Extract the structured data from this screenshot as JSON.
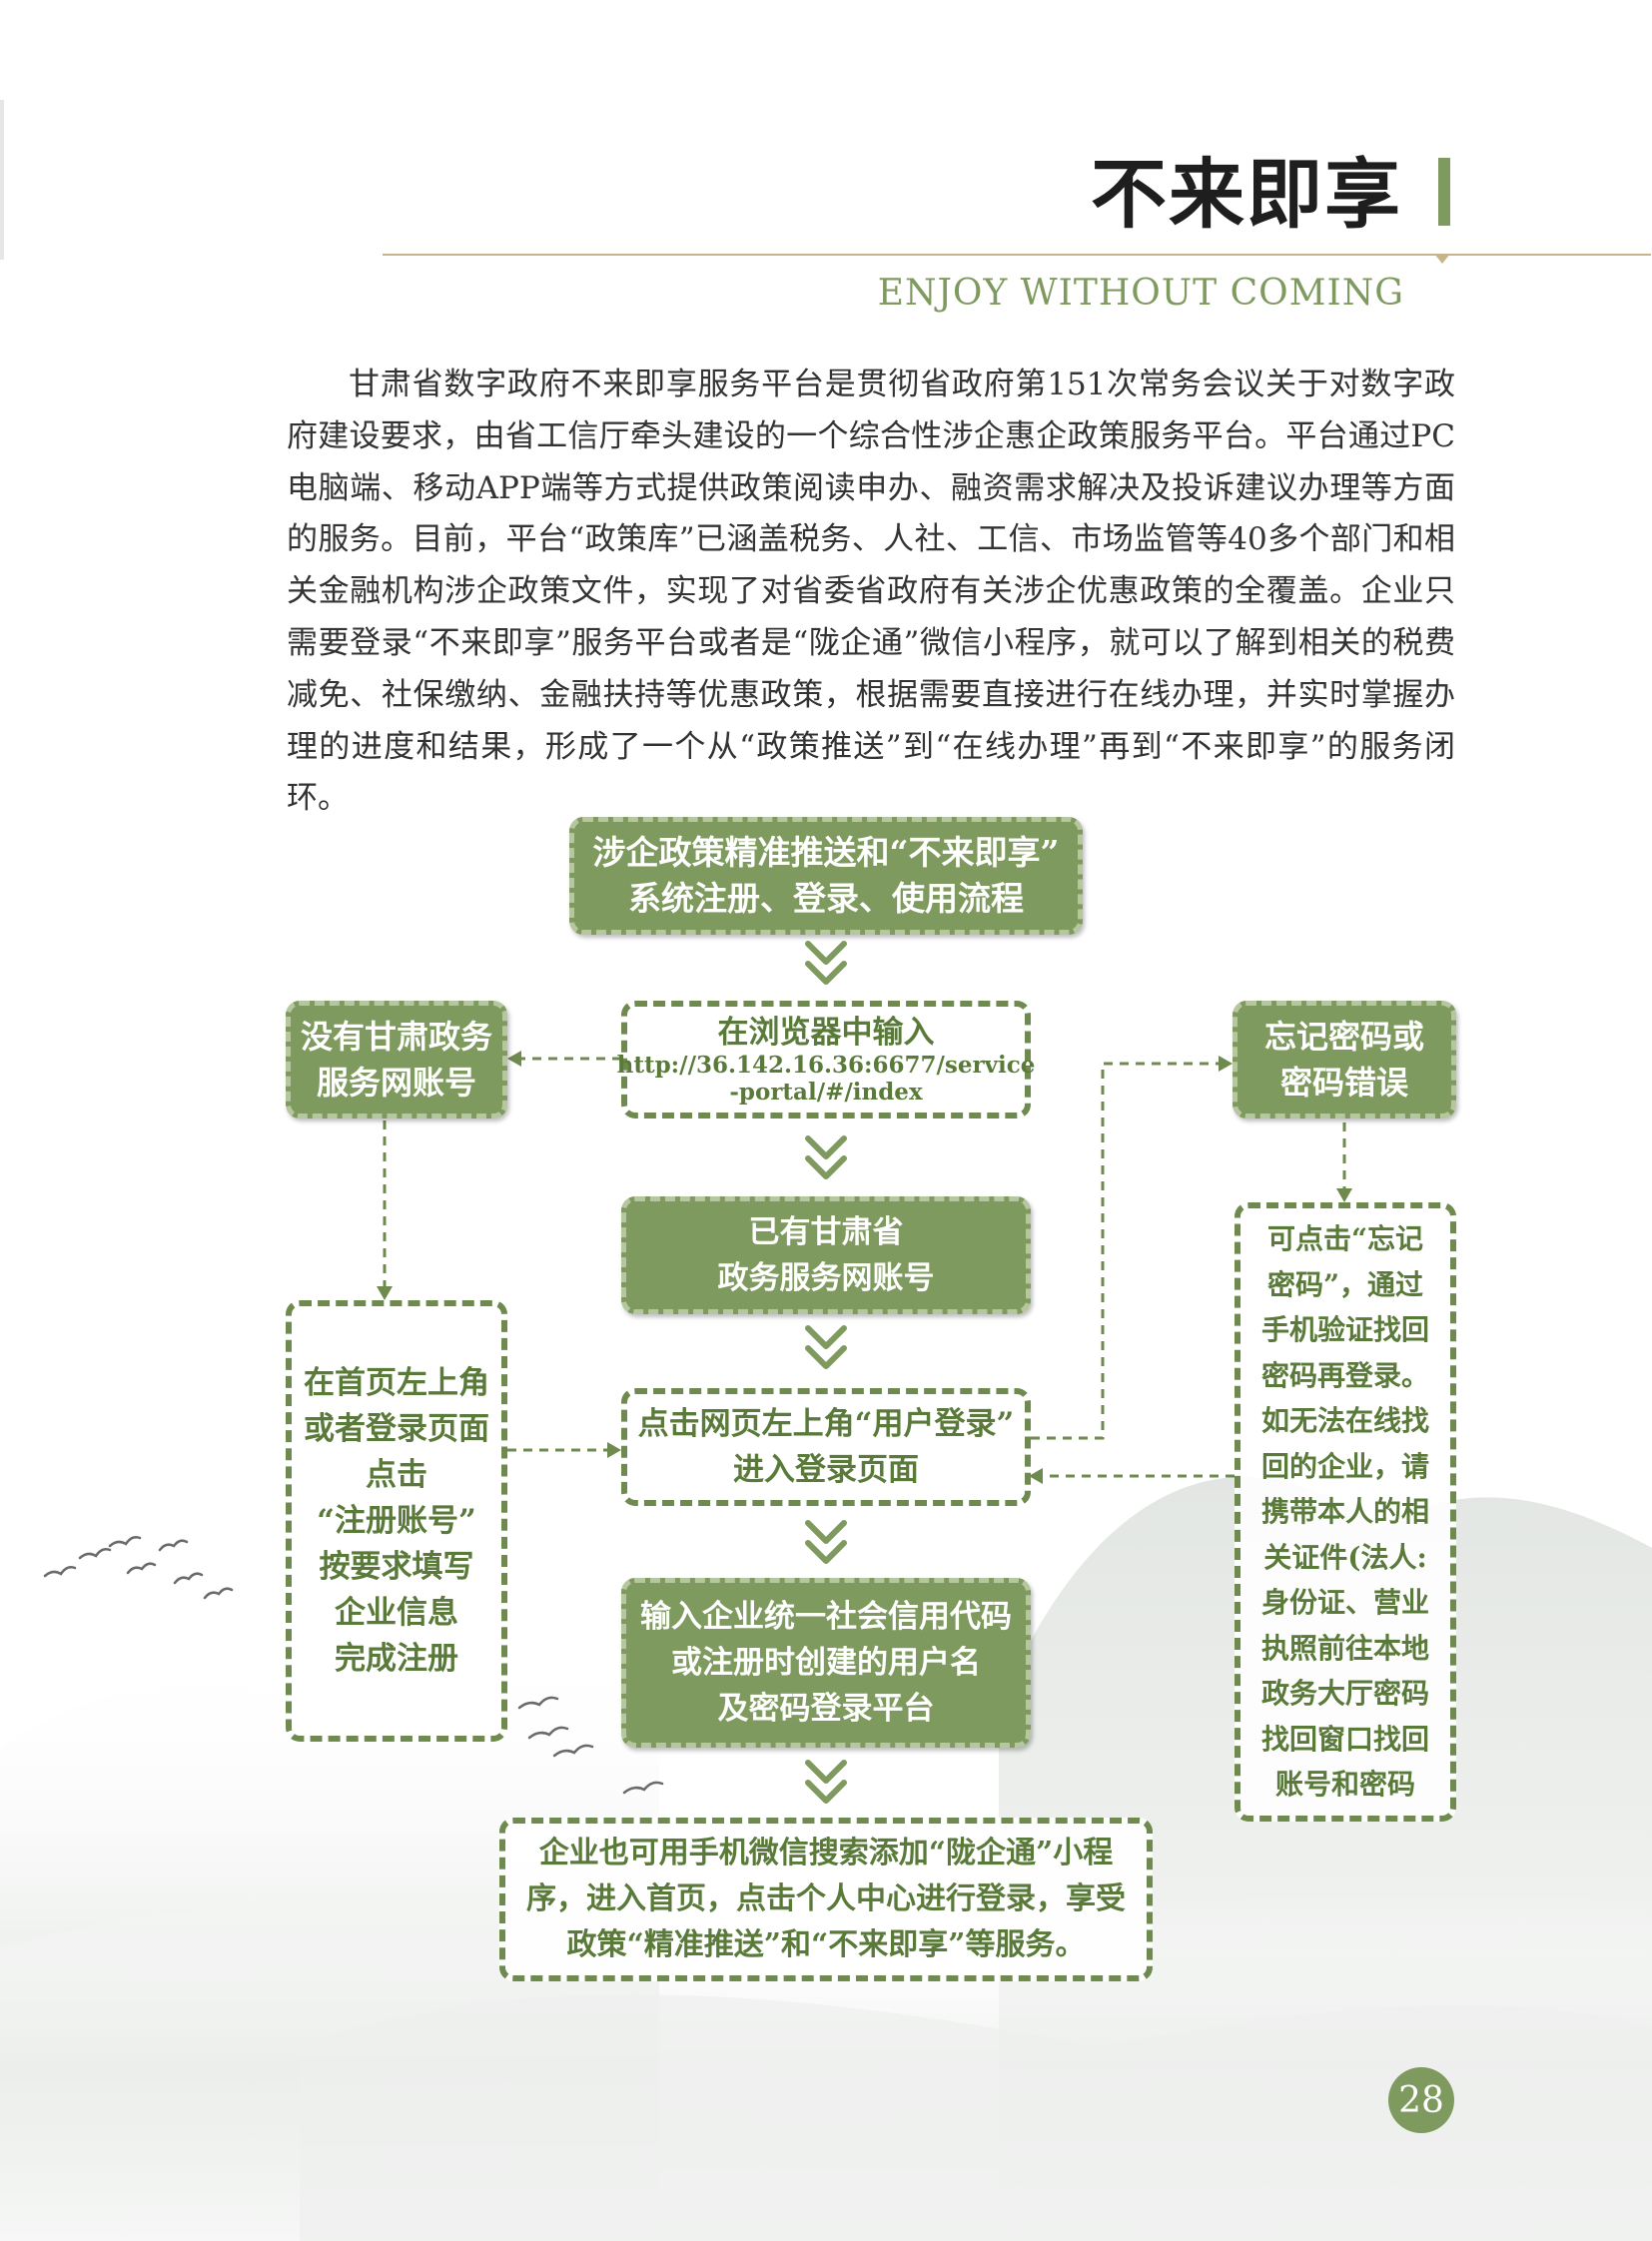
{
  "header": {
    "title": "不来即享",
    "subtitle": "ENJOY WITHOUT COMING"
  },
  "intro": "甘肃省数字政府不来即享服务平台是贯彻省政府第151次常务会议关于对数字政府建设要求，由省工信厅牵头建设的一个综合性涉企惠企政策服务平台。平台通过PC电脑端、移动APP端等方式提供政策阅读申办、融资需求解决及投诉建议办理等方面的服务。目前，平台“政策库”已涵盖税务、人社、工信、市场监管等40多个部门和相关金融机构涉企政策文件，实现了对省委省政府有关涉企优惠政策的全覆盖。企业只需要登录“不来即享”服务平台或者是“陇企通”微信小程序，就可以了解到相关的税费减免、社保缴纳、金融扶持等优惠政策，根据需要直接进行在线办理，并实时掌握办理的进度和结果，形成了一个从“政策推送”到“在线办理”再到“不来即享”的服务闭环。",
  "flow": {
    "top": [
      "涉企政策精准推送和“不来即享”",
      "系统注册、登录、使用流程"
    ],
    "browser": {
      "title": "在浏览器中输入",
      "url_line1": "http://36.142.16.36:6677/service",
      "url_line2": "-portal/#/index"
    },
    "no_account": [
      "没有甘肃政务",
      "服务网账号"
    ],
    "register_steps": [
      "在首页左上角",
      "或者登录页面",
      "点击",
      "“注册账号”",
      "按要求填写",
      "企业信息",
      "完成注册"
    ],
    "has_account": [
      "已有甘肃省",
      "政务服务网账号"
    ],
    "click_login": [
      "点击网页左上角“用户登录”",
      "进入登录页面"
    ],
    "enter_credentials": [
      "输入企业统一社会信用代码",
      "或注册时创建的用户名",
      "及密码登录平台"
    ],
    "forgot": [
      "忘记密码或",
      "密码错误"
    ],
    "forgot_steps": [
      "可点击“忘记",
      "密码”，通过",
      "手机验证找回",
      "密码再登录。",
      "如无法在线找",
      "回的企业，请",
      "携带本人的相",
      "关证件(法人:",
      "身份证、营业",
      "执照前往本地",
      "政务大厅密码",
      "找回窗口找回",
      "账号和密码"
    ],
    "wechat": [
      "企业也可用手机微信搜索添加“陇企通”小程",
      "序，进入首页，点击个人中心进行登录，享受",
      "政策“精准推送”和“不来即享”等服务。"
    ]
  },
  "page_number": "28",
  "colors": {
    "green": "#7f9a5e",
    "green_light": "#b6c7a0",
    "gold_rule": "#c7b58a"
  }
}
